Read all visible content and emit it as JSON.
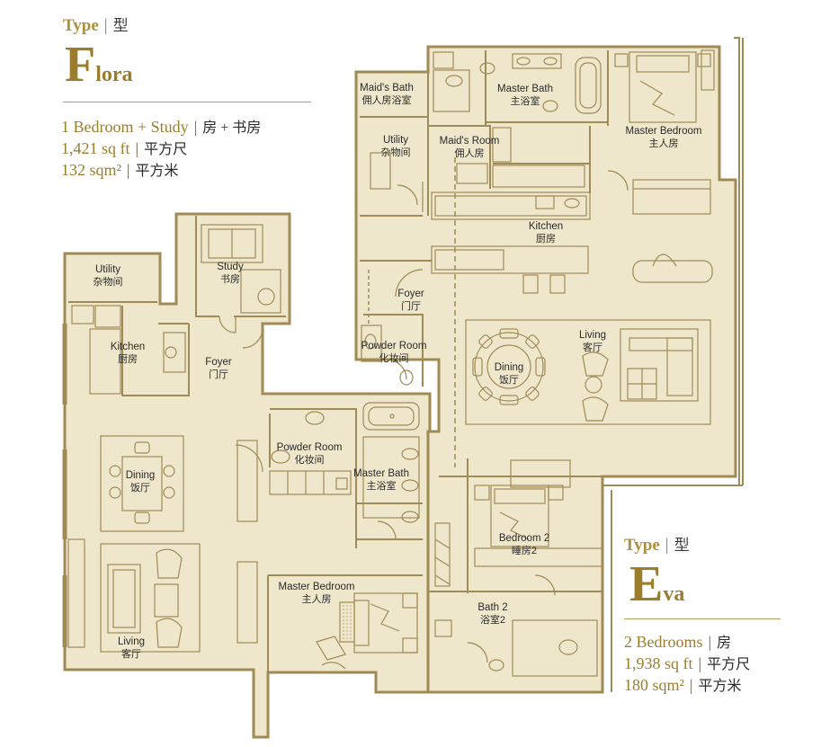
{
  "flora": {
    "type_label": "Type",
    "type_cn": "型",
    "name_initial": "F",
    "name_rest": "lora",
    "specs": [
      {
        "en": "1 Bedroom + Study",
        "cn": "房 + 书房"
      },
      {
        "en": "1,421 sq ft",
        "cn": "平方尺"
      },
      {
        "en": "132 sqm²",
        "cn": "平方米"
      }
    ],
    "rooms": [
      {
        "en": "Utility",
        "cn": "杂物间"
      },
      {
        "en": "Study",
        "cn": "书房"
      },
      {
        "en": "Kitchen",
        "cn": "厨房"
      },
      {
        "en": "Foyer",
        "cn": "门厅"
      },
      {
        "en": "Powder Room",
        "cn": "化妆间"
      },
      {
        "en": "Master Bath",
        "cn": "主浴室"
      },
      {
        "en": "Dining",
        "cn": "饭厅"
      },
      {
        "en": "Master Bedroom",
        "cn": "主人房"
      },
      {
        "en": "Living",
        "cn": "客厅"
      }
    ]
  },
  "eva": {
    "type_label": "Type",
    "type_cn": "型",
    "name_initial": "E",
    "name_rest": "va",
    "specs": [
      {
        "en": "2 Bedrooms",
        "cn": "房"
      },
      {
        "en": "1,938 sq ft",
        "cn": "平方尺"
      },
      {
        "en": "180 sqm²",
        "cn": "平方米"
      }
    ],
    "rooms": [
      {
        "en": "Maid's Bath",
        "cn": "佣人房浴室"
      },
      {
        "en": "Master Bath",
        "cn": "主浴室"
      },
      {
        "en": "Master Bedroom",
        "cn": "主人房"
      },
      {
        "en": "Utility",
        "cn": "杂物间"
      },
      {
        "en": "Maid's Room",
        "cn": "佣人房"
      },
      {
        "en": "Kitchen",
        "cn": "厨房"
      },
      {
        "en": "Foyer",
        "cn": "门厅"
      },
      {
        "en": "Powder Room",
        "cn": "化妆间"
      },
      {
        "en": "Living",
        "cn": "客厅"
      },
      {
        "en": "Dining",
        "cn": "饭厅"
      },
      {
        "en": "Bedroom 2",
        "cn": "睡房2"
      },
      {
        "en": "Bath 2",
        "cn": "浴室2"
      }
    ]
  },
  "colors": {
    "fill": "#efe7cc",
    "wall": "#a08a55",
    "gold": "#9b7d2c",
    "line": "#b49b5e"
  }
}
